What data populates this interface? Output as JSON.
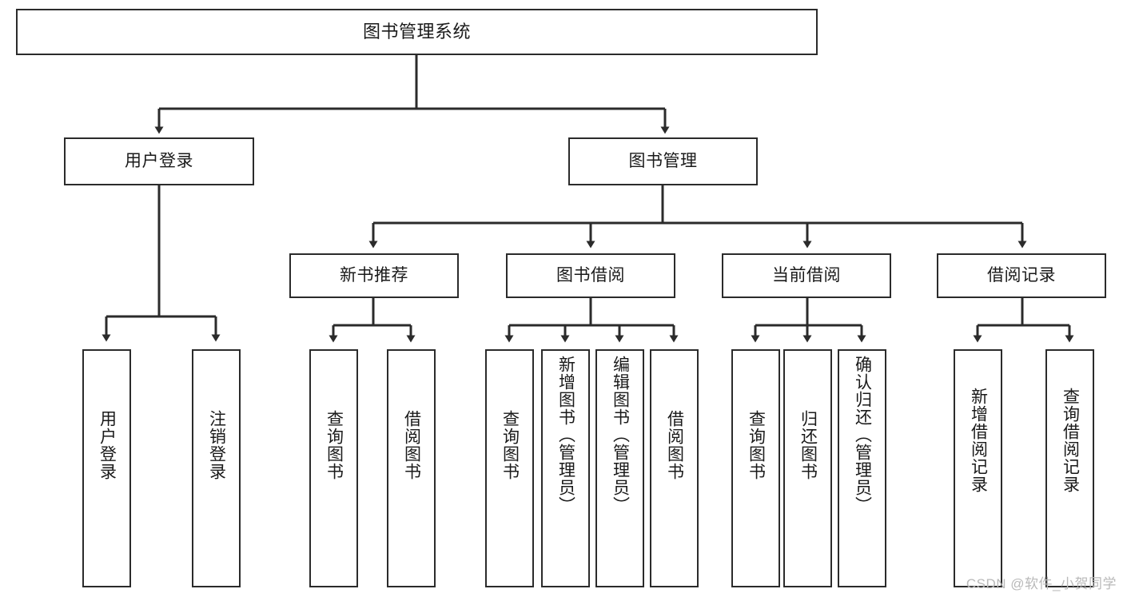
{
  "diagram": {
    "title": "图书管理系统",
    "watermark": "CSDN @软件_小贺同学",
    "line_color": "#2b2b2b",
    "box_fill": "#ffffff",
    "text_color": "#1a1a1a",
    "watermark_color": "#b9b9b9"
  },
  "nodes": {
    "root": {
      "label": "图书管理系统"
    },
    "level2": [
      {
        "label": "用户登录"
      },
      {
        "label": "图书管理"
      }
    ],
    "level3": [
      {
        "label": "新书推荐"
      },
      {
        "label": "图书借阅"
      },
      {
        "label": "当前借阅"
      },
      {
        "label": "借阅记录"
      }
    ],
    "leaves": {
      "user_login": [
        {
          "label": "用户登录"
        },
        {
          "label": "注销登录"
        }
      ],
      "new_book": [
        {
          "label": "查询图书"
        },
        {
          "label": "借阅图书"
        }
      ],
      "book_borrow": [
        {
          "label": "查询图书"
        },
        {
          "label": "新增图书（管理员）"
        },
        {
          "label": "编辑图书（管理员）"
        },
        {
          "label": "借阅图书"
        }
      ],
      "current_borrow": [
        {
          "label": "查询图书"
        },
        {
          "label": "归还图书"
        },
        {
          "label": "确认归还（管理员）"
        }
      ],
      "borrow_record": [
        {
          "label": "新增借阅记录"
        },
        {
          "label": "查询借阅记录"
        }
      ]
    }
  }
}
